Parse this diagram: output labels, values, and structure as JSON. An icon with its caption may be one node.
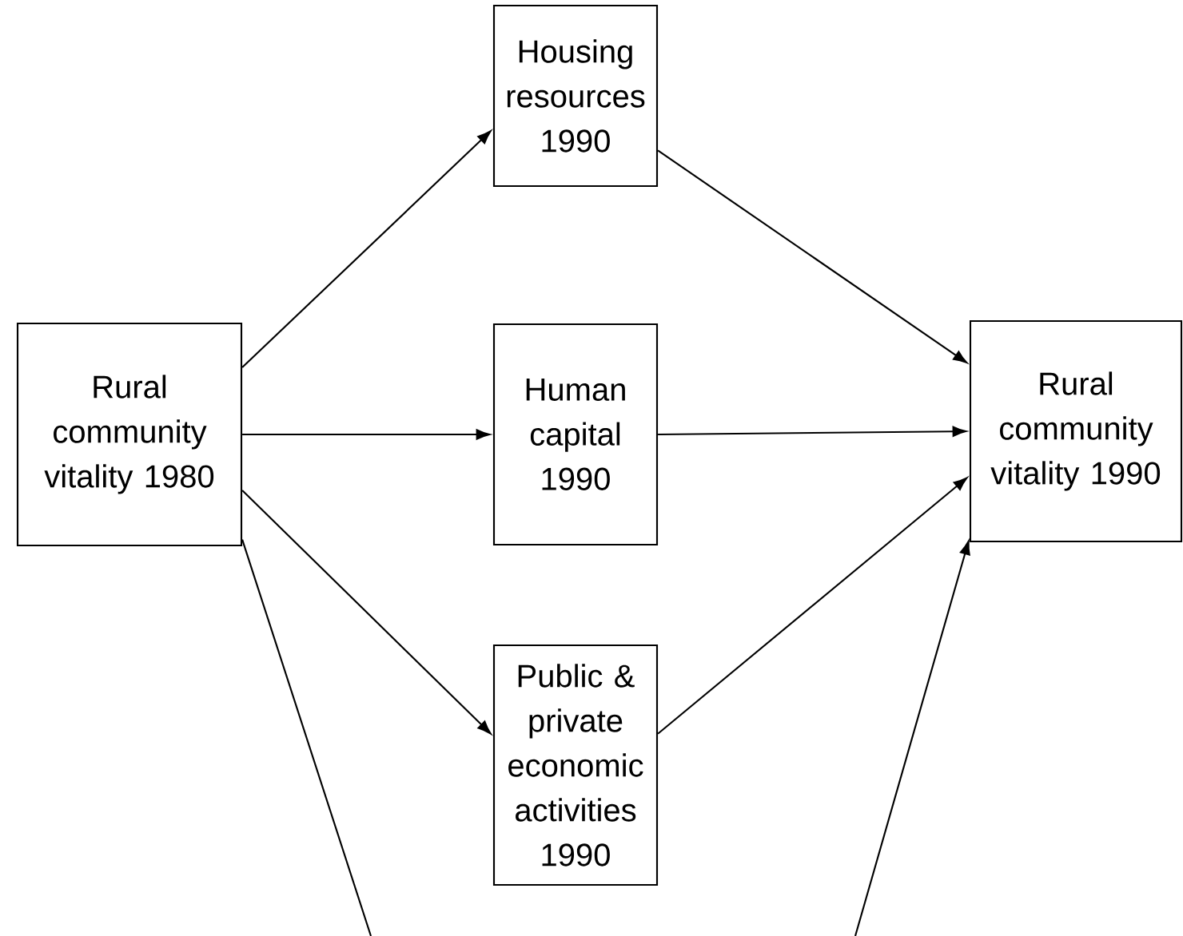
{
  "diagram": {
    "nodes": [
      {
        "text": [
          "Rural community vitality 1980"
        ]
      },
      {
        "text": [
          "Housing resources 1990"
        ]
      },
      {
        "text": [
          "Human capital 1990"
        ]
      },
      {
        "text": [
          "Public & private economic activities 1990"
        ]
      },
      {
        "text": [
          "Rural community vitality 1990"
        ]
      }
    ],
    "edges": [
      {
        "from": 0,
        "to": 1,
        "arrow": "to"
      },
      {
        "from": 0,
        "to": 2,
        "arrow": "to"
      },
      {
        "from": 0,
        "to": 3,
        "arrow": "to"
      },
      {
        "from": 1,
        "to": 4,
        "arrow": "to"
      },
      {
        "from": 2,
        "to": 4,
        "arrow": "to"
      },
      {
        "from": 3,
        "to": 4,
        "arrow": "to"
      },
      {
        "from": 0,
        "to": null,
        "arrow": "none"
      },
      {
        "from": null,
        "to": 4,
        "arrow": "to"
      }
    ]
  }
}
